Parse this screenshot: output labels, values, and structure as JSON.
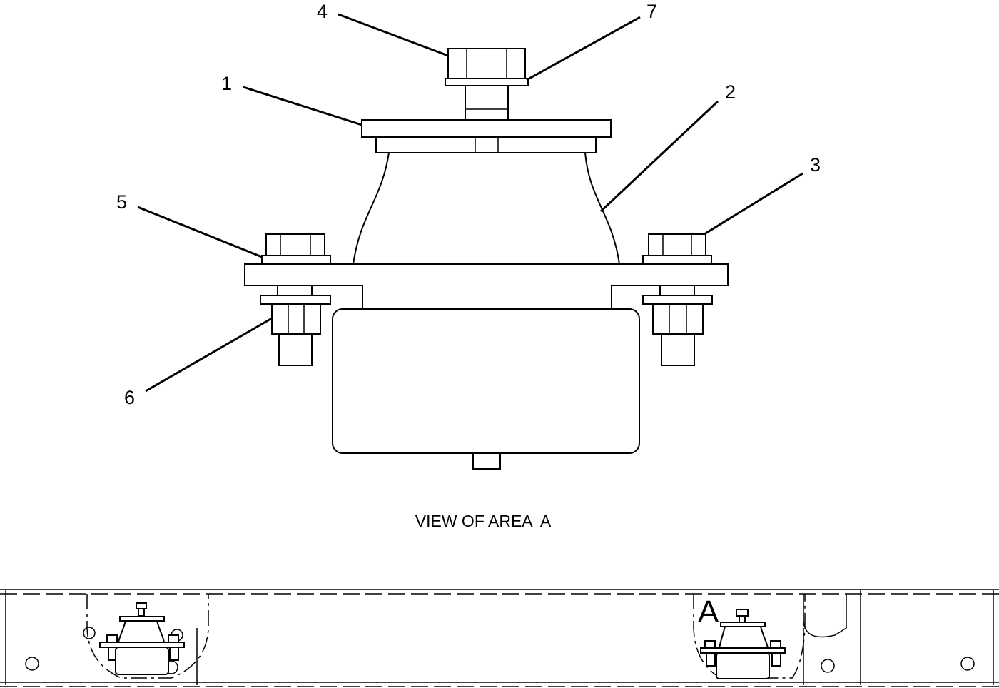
{
  "diagram": {
    "callouts": [
      {
        "id": "1",
        "label": "1"
      },
      {
        "id": "2",
        "label": "2"
      },
      {
        "id": "3",
        "label": "3"
      },
      {
        "id": "4",
        "label": "4"
      },
      {
        "id": "5",
        "label": "5"
      },
      {
        "id": "6",
        "label": "6"
      },
      {
        "id": "7",
        "label": "7"
      }
    ],
    "view_caption": "VIEW OF AREA  A",
    "area_marker": "A"
  }
}
